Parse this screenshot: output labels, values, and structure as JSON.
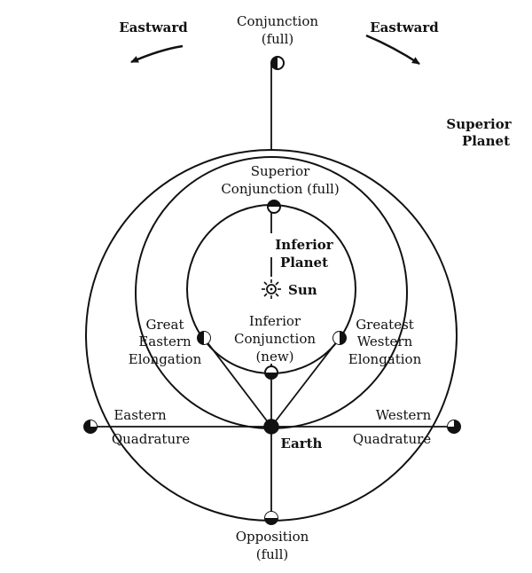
{
  "labels": {
    "eastward_left": "Eastward",
    "eastward_right": "Eastward",
    "conjunction": "Conjunction",
    "conjunction_phase": "(full)",
    "superior_planet_1": "Superior",
    "superior_planet_2": "Planet",
    "superior_conjunction_1": "Superior",
    "superior_conjunction_2": "Conjunction (full)",
    "inferior_planet_1": "Inferior",
    "inferior_planet_2": "Planet",
    "sun": "Sun",
    "inferior_conjunction_1": "Inferior",
    "inferior_conjunction_2": "Conjunction",
    "inferior_conjunction_3": "(new)",
    "great_eastern_1": "Great",
    "great_eastern_2": "Eastern",
    "great_eastern_3": "Elongation",
    "greatest_western_1": "Greatest",
    "greatest_western_2": "Western",
    "greatest_western_3": "Elongation",
    "eastern": "Eastern",
    "eastern_quadrature": "Quadrature",
    "western": "Western",
    "western_quadrature": "Quadrature",
    "earth": "Earth",
    "opposition": "Opposition",
    "opposition_phase": "(full)"
  },
  "colors": {
    "ink": "#111111",
    "background": "#ffffff"
  }
}
